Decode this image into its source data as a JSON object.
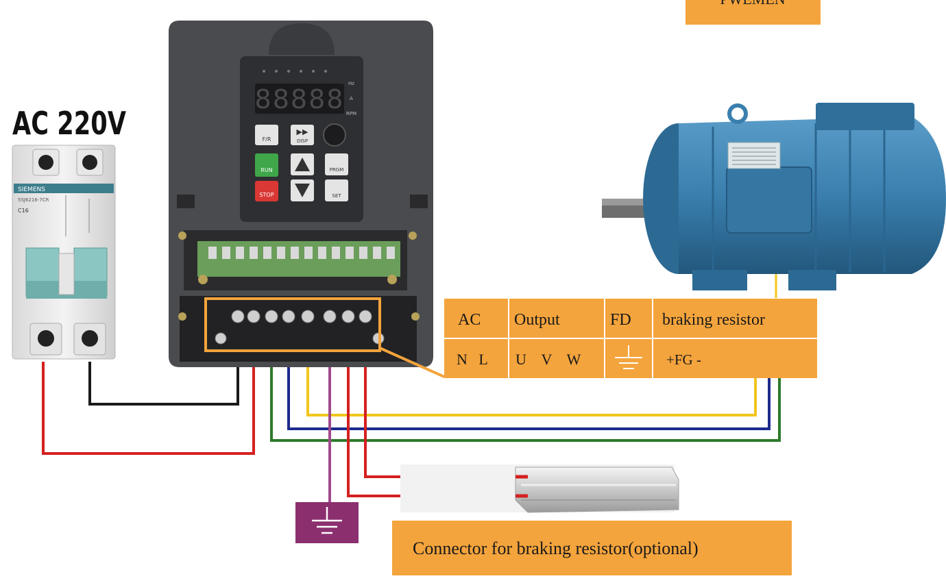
{
  "diagram": {
    "power_label": "AC 220V",
    "top_box_label": "PWEMEN",
    "breaker": {
      "brand": "SIEMENS",
      "model": "5SJ6216-7CR",
      "rating_line": "C16"
    },
    "vfd_panel": {
      "indicator_labels": [
        "Hz",
        "A",
        "RPM"
      ],
      "led_display": "88888",
      "key_fwd_rev": "F/R",
      "key_disp": "DISP",
      "key_run": "RUN",
      "key_stop": "STOP",
      "key_prgm": "PRGM",
      "key_set": "SET"
    },
    "terminal_table": {
      "headers": [
        "AC",
        "Output",
        "FD",
        "braking resistor"
      ],
      "ac_terminals": "N   L",
      "output_terminals": "U    V    W",
      "braking_terminals": "+FG -"
    },
    "braking_connector_label": "Connector for braking resistor(optional)",
    "colors": {
      "label_orange": "#f4a43c",
      "ground_box": "#8c2f6f",
      "motor_blue": "#3a7fae",
      "vfd_body": "#4a4b4e",
      "wire_red": "#d4201f",
      "wire_black": "#1a1a1a",
      "wire_yellow": "#f2c51b",
      "wire_blue": "#1d2b8c",
      "wire_green": "#2c7a2a",
      "wire_purple": "#a04a8c"
    }
  }
}
